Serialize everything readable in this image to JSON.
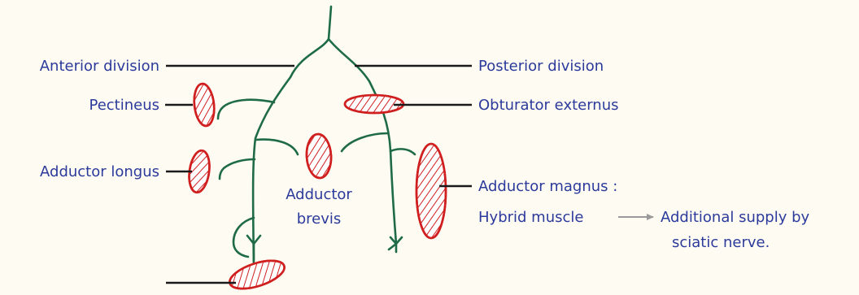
{
  "labels": {
    "anterior_division": "Anterior division",
    "posterior_division": "Posterior division",
    "pectineus": "Pectineus",
    "obturator_externus": "Obturator externus",
    "adductor_longus": "Adductor longus",
    "adductor_brevis_line1": "Adductor",
    "adductor_brevis_line2": "brevis",
    "adductor_magnus": "Adductor magnus :",
    "hybrid_muscle": "Hybrid muscle",
    "additional_supply_line1": "Additional supply by",
    "additional_supply_line2": "sciatic nerve."
  },
  "colors": {
    "background": "#fdfbf2",
    "label_text": "#2b3a9b",
    "nerve": "#1f6b47",
    "muscle": "#d01f1f",
    "leader": "#1a1a1a",
    "arrow": "#9a9a9a"
  }
}
